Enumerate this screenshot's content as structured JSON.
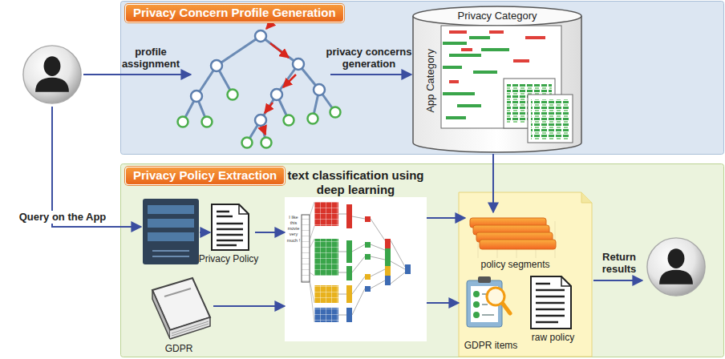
{
  "diagram": {
    "nodes": [
      {
        "text": [
          "Privacy Concern Profile Generation"
        ]
      },
      {
        "text": [
          "Privacy Category",
          "App Category"
        ],
        "in": 0
      },
      {
        "text": [
          "Privacy Policy Extraction"
        ]
      },
      {
        "text": [
          "Privacy Policy"
        ],
        "in": 2
      },
      {
        "text": [
          "GDPR"
        ],
        "in": 2
      },
      {
        "text": [
          "text classification using deep learning"
        ],
        "in": 2
      },
      {
        "text": [
          "policy segments"
        ],
        "in": 2
      },
      {
        "text": [
          "GDPR items"
        ],
        "in": 2
      },
      {
        "text": [
          "raw policy"
        ],
        "in": 2
      }
    ],
    "edges": [
      {
        "from": 3,
        "to": 5,
        "arrow": "to"
      },
      {
        "from": 4,
        "to": 5,
        "arrow": "to"
      },
      {
        "from": 5,
        "to": 6,
        "arrow": "to"
      },
      {
        "from": 5,
        "to": 7,
        "arrow": "to"
      },
      {
        "from": 1,
        "to": 6,
        "arrow": "to"
      }
    ],
    "labels": [
      "profile assignment",
      "privacy concerns generation",
      "Query on the App",
      "I like this movie very much !",
      "Return results"
    ]
  }
}
